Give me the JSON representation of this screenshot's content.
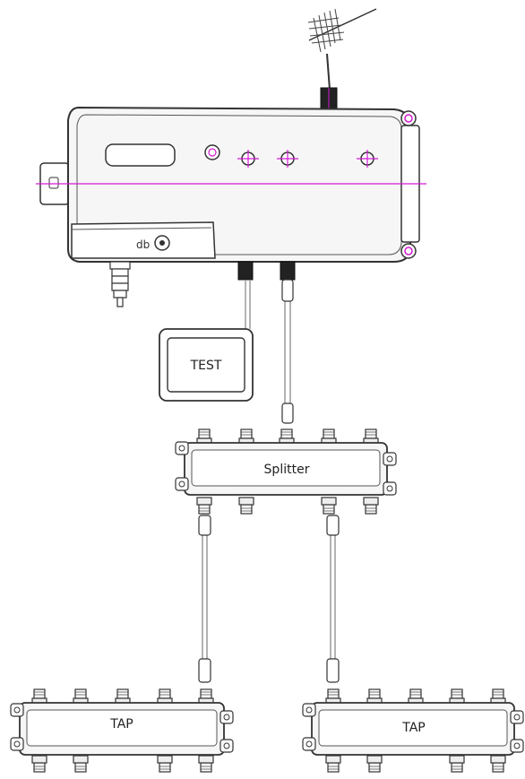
{
  "labels": {
    "test": "TEST",
    "splitter": "Splitter",
    "tap_left": "TAP",
    "tap_right": "TAP"
  },
  "colors": {
    "guide_line": "#d21bd2",
    "outline": "#333333",
    "device_fill": "#f6f6f6",
    "cable": "#9a9a9a"
  },
  "icons": [
    "antenna-icon",
    "amplifier-device",
    "test-box",
    "splitter-device",
    "tap-device"
  ]
}
